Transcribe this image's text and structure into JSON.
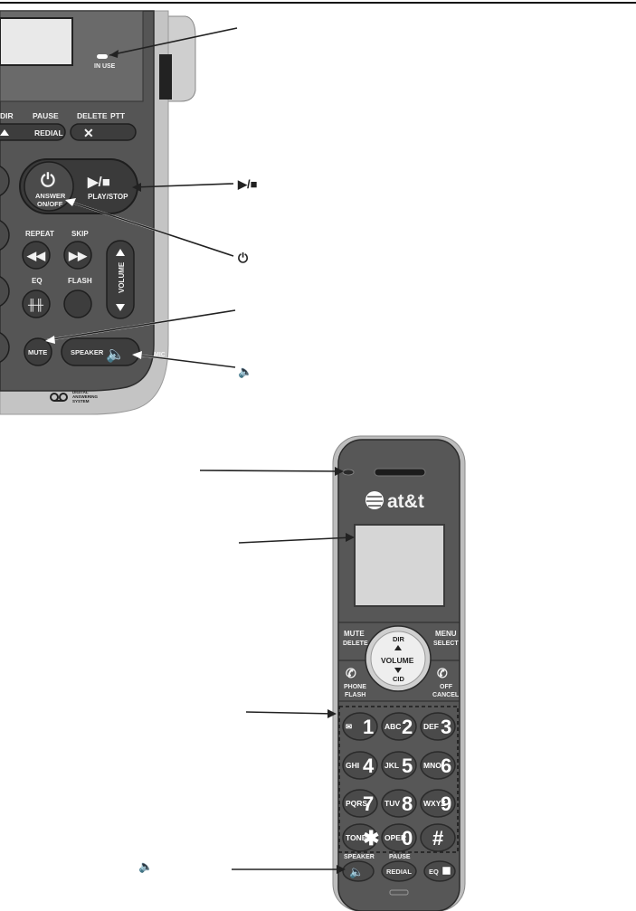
{
  "base": {
    "in_use": "IN USE",
    "dir": "DIR",
    "pause": "PAUSE",
    "delete": "DELETE",
    "ptt": "PTT",
    "redial": "REDIAL",
    "answer": "ANSWER",
    "on_off": "ON/OFF",
    "play_stop": "PLAY/STOP",
    "repeat": "REPEAT",
    "skip": "SKIP",
    "volume": "VOLUME",
    "eq": "EQ",
    "flash": "FLASH",
    "mute": "MUTE",
    "speaker": "SPEAKER",
    "mic": "MIC",
    "das_line1": "DIGITAL",
    "das_line2": "ANSWERING",
    "das_line3": "SYSTEM"
  },
  "callout_symbols": {
    "play_stop": "▶/■",
    "power": "⏻",
    "speaker": "🔈"
  },
  "handset": {
    "brand": "at&t",
    "mute": "MUTE",
    "delete": "DELETE",
    "menu": "MENU",
    "select": "SELECT",
    "dir": "DIR",
    "volume": "VOLUME",
    "cid": "CID",
    "phone": "PHONE",
    "flash": "FLASH",
    "off": "OFF",
    "cancel": "CANCEL",
    "speaker": "SPEAKER",
    "pause": "PAUSE",
    "redial": "REDIAL",
    "eq": "EQ",
    "keys": [
      {
        "sub": "✉",
        "num": "1"
      },
      {
        "sub": "ABC",
        "num": "2"
      },
      {
        "sub": "DEF",
        "num": "3"
      },
      {
        "sub": "GHI",
        "num": "4"
      },
      {
        "sub": "JKL",
        "num": "5"
      },
      {
        "sub": "MNO",
        "num": "6"
      },
      {
        "sub": "PQRS",
        "num": "7"
      },
      {
        "sub": "TUV",
        "num": "8"
      },
      {
        "sub": "WXYZ",
        "num": "9"
      },
      {
        "sub": "TONE",
        "num": "✱"
      },
      {
        "sub": "OPER",
        "num": "0"
      },
      {
        "sub": "",
        "num": "#"
      }
    ]
  },
  "colors": {
    "body_dark": "#3a3a3a",
    "body_mid": "#5a5a5a",
    "rim": "#bdbdbd",
    "screen": "#d6d6d6",
    "key": "#4a4a4a"
  }
}
